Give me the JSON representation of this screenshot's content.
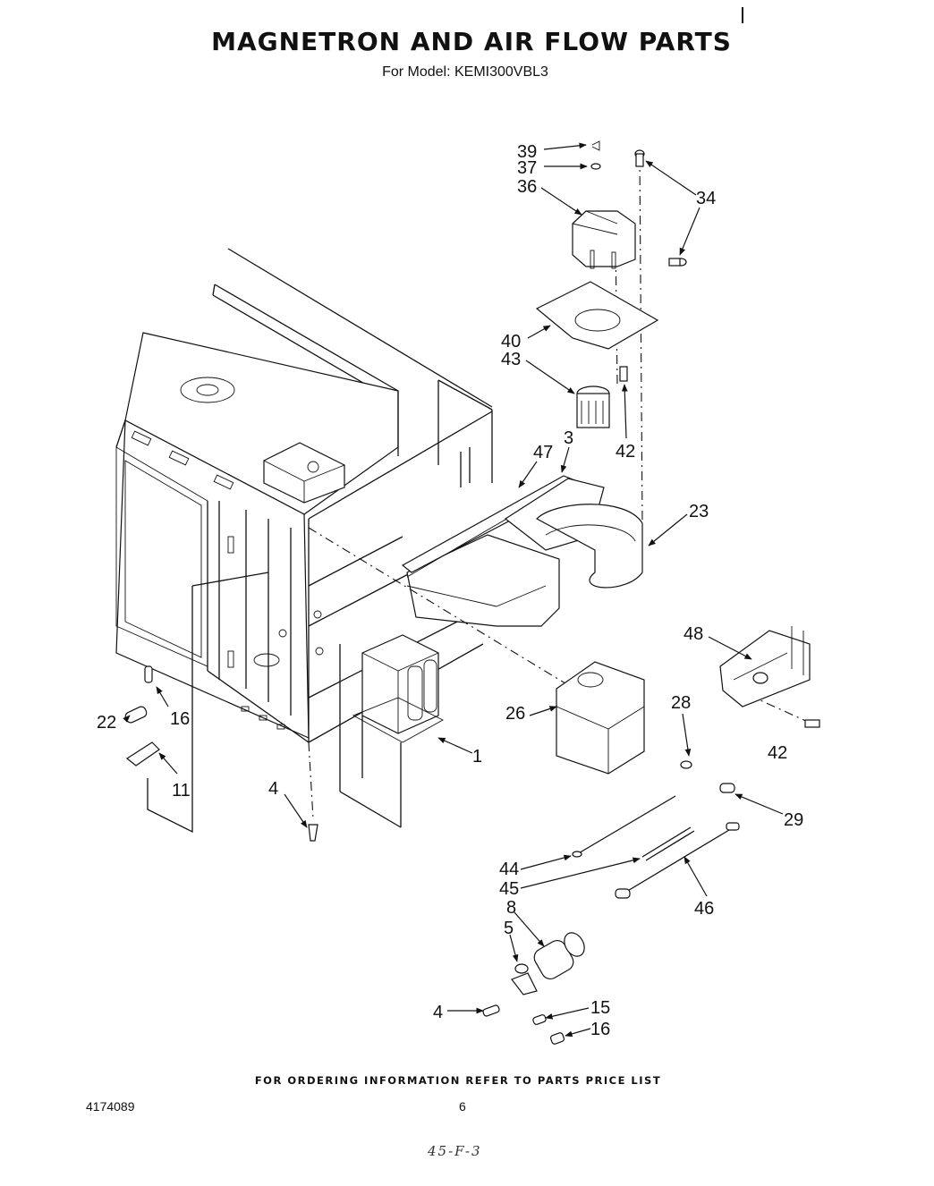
{
  "title": "MAGNETRON AND AIR FLOW PARTS",
  "subtitle": "For Model: KEMI300VBL3",
  "footer_note": "FOR ORDERING INFORMATION REFER TO PARTS PRICE LIST",
  "doc_number": "4174089",
  "page_number": "6",
  "handwritten_mark": "45-F-3",
  "callouts": [
    "39",
    "37",
    "36",
    "34",
    "40",
    "43",
    "42",
    "47",
    "3",
    "23",
    "48",
    "16",
    "22",
    "11",
    "26",
    "28",
    "1",
    "42",
    "29",
    "4",
    "44",
    "45",
    "46",
    "8",
    "5",
    "4",
    "15",
    "16"
  ]
}
